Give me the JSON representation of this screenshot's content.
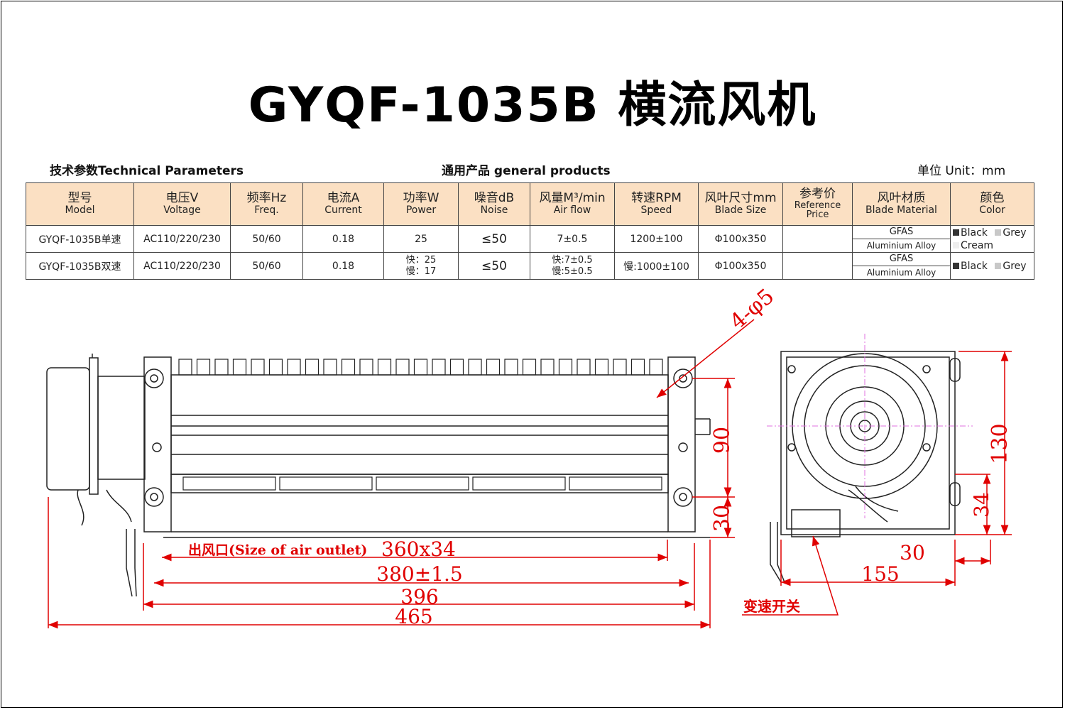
{
  "title": "GYQF-1035B 横流风机",
  "header": {
    "tech_params": "技术参数Technical Parameters",
    "general": "通用产品 general products",
    "unit": "单位 Unit：mm"
  },
  "table": {
    "columns": [
      {
        "zh": "型号",
        "en": "Model"
      },
      {
        "zh": "电压V",
        "en": "Voltage"
      },
      {
        "zh": "频率Hz",
        "en": "Freq."
      },
      {
        "zh": "电流A",
        "en": "Current"
      },
      {
        "zh": "功率W",
        "en": "Power"
      },
      {
        "zh": "噪音dB",
        "en": "Noise"
      },
      {
        "zh": "风量M³/min",
        "en": "Air flow"
      },
      {
        "zh": "转速RPM",
        "en": "Speed"
      },
      {
        "zh": "风叶尺寸mm",
        "en": "Blade Size"
      },
      {
        "zh": "参考价",
        "en": "Reference Price"
      },
      {
        "zh": "风叶材质",
        "en": "Blade Material"
      },
      {
        "zh": "颜色",
        "en": "Color"
      }
    ],
    "rows": [
      {
        "model": "GYQF-1035B单速",
        "voltage": "AC110/220/230",
        "freq": "50/60",
        "current": "0.18",
        "power": "25",
        "noise": "≤50",
        "airflow": "7±0.5",
        "speed": "1200±100",
        "blade_size": "Φ100x350",
        "price": "",
        "material_1": "GFAS",
        "material_2": "Aluminium Alloy",
        "colors": [
          "Black",
          "Grey",
          "Cream"
        ]
      },
      {
        "model": "GYQF-1035B双速",
        "voltage": "AC110/220/230",
        "freq": "50/60",
        "current": "0.18",
        "power_fast": "快：25",
        "power_slow": "慢：17",
        "noise": "≤50",
        "airflow_fast": "快:7±0.5",
        "airflow_slow": "慢:5±0.5",
        "speed": "慢:1000±100",
        "blade_size": "Φ100x350",
        "price": "",
        "material_1": "GFAS",
        "material_2": "Aluminium Alloy",
        "colors": [
          "Black",
          "Grey"
        ]
      }
    ]
  },
  "colors": {
    "black": "#333333",
    "grey": "#c8c8c8",
    "cream": "#eeeeee",
    "dimension": "#e00000",
    "header_bg": "#fbe0c3"
  },
  "dimensions": {
    "holes": "4-φ5",
    "height_90": "90",
    "height_30": "30",
    "outlet_label": "出风口(Size of  air outlet)",
    "outlet": "360x34",
    "len_380": "380±1.5",
    "len_396": "396",
    "len_465": "465",
    "side_130": "130",
    "side_34": "34",
    "side_30": "30",
    "side_155": "155",
    "switch_label": "变速开关"
  }
}
